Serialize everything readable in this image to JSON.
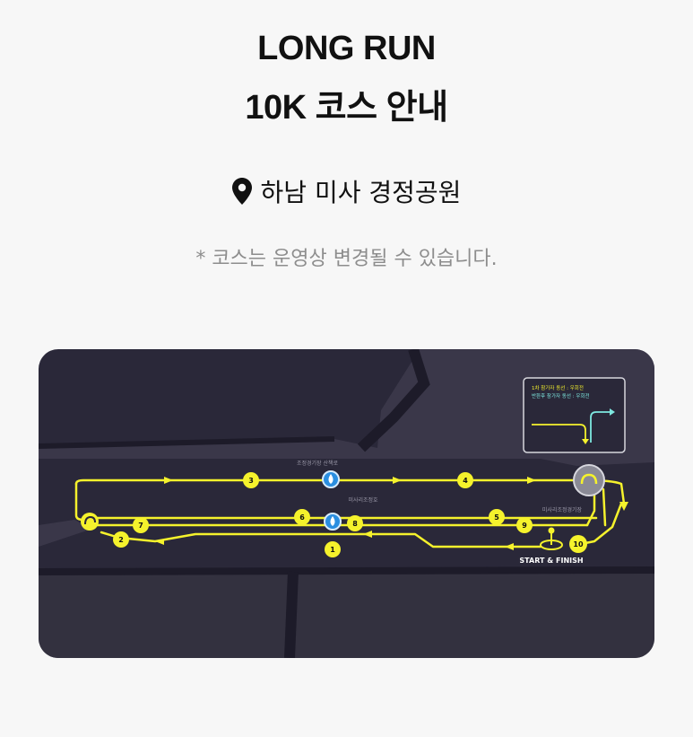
{
  "header": {
    "title_line1": "LONG RUN",
    "title_line2": "10K 코스 안내"
  },
  "location": {
    "icon": "location-pin-icon",
    "name": "하남 미사 경정공원"
  },
  "notice": "* 코스는 운영상 변경될 수 있습니다.",
  "map": {
    "labels": {
      "upper_road": "조정경기장 산책로",
      "middle": "미사리조정호",
      "right": "미사리조정경기장",
      "start_finish": "START & FINISH"
    },
    "legend": {
      "first_lap": "1차 참가자 동선 : 우회전",
      "return": "반환후 참가자 동선 : 우회전"
    },
    "markers": [
      "1",
      "2",
      "3",
      "4",
      "5",
      "6",
      "7",
      "8",
      "9",
      "10"
    ],
    "colors": {
      "route": "#f5f22c",
      "legend_return": "#7ee8e0",
      "water": "#2a8ee0",
      "map_bg": "#2a2839",
      "land": "#3a3749"
    },
    "icons": {
      "water_station": "water-drop-icon",
      "turnaround": "u-turn-icon",
      "start_flag": "start-flag-icon"
    }
  }
}
